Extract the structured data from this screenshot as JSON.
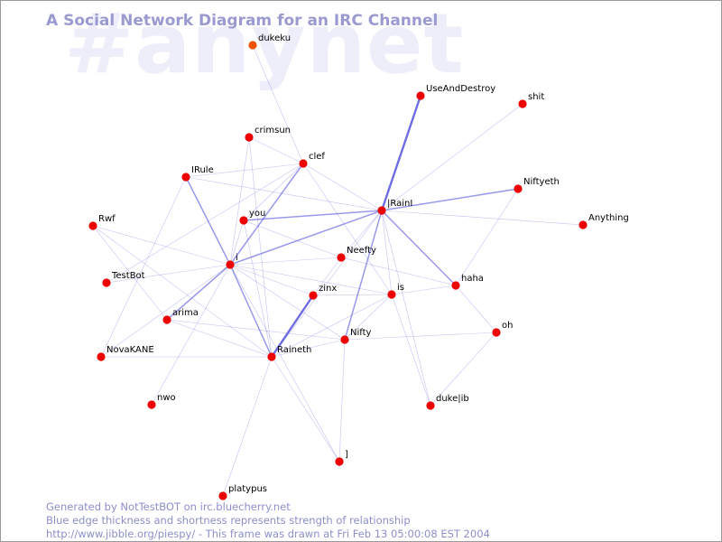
{
  "watermark": "#anynet",
  "title": "A Social Network Diagram for an IRC Channel",
  "footer": {
    "line1": "Generated by NotTestBOT on irc.bluecherry.net",
    "line2": "Blue edge thickness and shortness represents strength of relationship",
    "line3": "http://www.jibble.org/piespy/ - This frame was drawn at Fri Feb 13 05:00:08 EST 2004"
  },
  "colors": {
    "node": "#ee0000",
    "node_recent": "#ee5500",
    "edge": "#5555dd",
    "watermark": "#eeeefb",
    "title": "#9a9ad0",
    "footer": "#8e8ecb"
  },
  "nodes": [
    {
      "name": "dukeku",
      "color": "#ee5500"
    },
    {
      "name": "UseAndDestroy"
    },
    {
      "name": "shit"
    },
    {
      "name": "crimsun"
    },
    {
      "name": "clef"
    },
    {
      "name": "IRule"
    },
    {
      "name": "Niftyeth"
    },
    {
      "name": "|RainI"
    },
    {
      "name": "Anything"
    },
    {
      "name": "Rwf"
    },
    {
      "name": "you"
    },
    {
      "name": "Neefty"
    },
    {
      "name": "i"
    },
    {
      "name": "TestBot"
    },
    {
      "name": "haha"
    },
    {
      "name": "zinx"
    },
    {
      "name": "is"
    },
    {
      "name": "arima"
    },
    {
      "name": "oh"
    },
    {
      "name": "Nifty"
    },
    {
      "name": "NovaKANE"
    },
    {
      "name": "Raineth"
    },
    {
      "name": "nwo"
    },
    {
      "name": "duke|ib"
    },
    {
      "name": "]"
    },
    {
      "name": "platypus"
    }
  ],
  "edges": [
    {
      "source": "dukeku",
      "target": "clef",
      "weight": 1
    },
    {
      "source": "UseAndDestroy",
      "target": "|RainI",
      "weight": 3
    },
    {
      "source": "shit",
      "target": "|RainI",
      "weight": 1
    },
    {
      "source": "Niftyeth",
      "target": "|RainI",
      "weight": 2
    },
    {
      "source": "Niftyeth",
      "target": "haha",
      "weight": 1
    },
    {
      "source": "Anything",
      "target": "|RainI",
      "weight": 1
    },
    {
      "source": "crimsun",
      "target": "clef",
      "weight": 1
    },
    {
      "source": "crimsun",
      "target": "i",
      "weight": 1
    },
    {
      "source": "crimsun",
      "target": "Raineth",
      "weight": 1
    },
    {
      "source": "clef",
      "target": "IRule",
      "weight": 1
    },
    {
      "source": "clef",
      "target": "|RainI",
      "weight": 1
    },
    {
      "source": "clef",
      "target": "i",
      "weight": 2
    },
    {
      "source": "clef",
      "target": "you",
      "weight": 1
    },
    {
      "source": "clef",
      "target": "is",
      "weight": 1
    },
    {
      "source": "clef",
      "target": "TestBot",
      "weight": 1
    },
    {
      "source": "IRule",
      "target": "i",
      "weight": 2
    },
    {
      "source": "IRule",
      "target": "|RainI",
      "weight": 1
    },
    {
      "source": "IRule",
      "target": "NovaKANE",
      "weight": 1
    },
    {
      "source": "|RainI",
      "target": "i",
      "weight": 2
    },
    {
      "source": "|RainI",
      "target": "you",
      "weight": 2
    },
    {
      "source": "|RainI",
      "target": "Neefty",
      "weight": 1
    },
    {
      "source": "|RainI",
      "target": "Nifty",
      "weight": 2
    },
    {
      "source": "|RainI",
      "target": "haha",
      "weight": 2
    },
    {
      "source": "|RainI",
      "target": "is",
      "weight": 1
    },
    {
      "source": "|RainI",
      "target": "Raineth",
      "weight": 1
    },
    {
      "source": "|RainI",
      "target": "duke|ib",
      "weight": 1
    },
    {
      "source": "Rwf",
      "target": "i",
      "weight": 1
    },
    {
      "source": "Rwf",
      "target": "arima",
      "weight": 1
    },
    {
      "source": "Rwf",
      "target": "Raineth",
      "weight": 1
    },
    {
      "source": "you",
      "target": "i",
      "weight": 1
    },
    {
      "source": "you",
      "target": "Raineth",
      "weight": 1
    },
    {
      "source": "you",
      "target": "Neefty",
      "weight": 1
    },
    {
      "source": "Neefty",
      "target": "i",
      "weight": 1
    },
    {
      "source": "Neefty",
      "target": "zinx",
      "weight": 1
    },
    {
      "source": "Neefty",
      "target": "haha",
      "weight": 1
    },
    {
      "source": "i",
      "target": "zinx",
      "weight": 1
    },
    {
      "source": "i",
      "target": "is",
      "weight": 1
    },
    {
      "source": "i",
      "target": "arima",
      "weight": 2
    },
    {
      "source": "i",
      "target": "Raineth",
      "weight": 2
    },
    {
      "source": "i",
      "target": "Nifty",
      "weight": 1
    },
    {
      "source": "i",
      "target": "NovaKANE",
      "weight": 1
    },
    {
      "source": "i",
      "target": "nwo",
      "weight": 1
    },
    {
      "source": "i",
      "target": "TestBot",
      "weight": 1
    },
    {
      "source": "i",
      "target": "]",
      "weight": 1
    },
    {
      "source": "zinx",
      "target": "Raineth",
      "weight": 3
    },
    {
      "source": "zinx",
      "target": "is",
      "weight": 1
    },
    {
      "source": "is",
      "target": "Nifty",
      "weight": 1
    },
    {
      "source": "is",
      "target": "Raineth",
      "weight": 1
    },
    {
      "source": "is",
      "target": "duke|ib",
      "weight": 1
    },
    {
      "source": "is",
      "target": "haha",
      "weight": 1
    },
    {
      "source": "arima",
      "target": "Nifty",
      "weight": 1
    },
    {
      "source": "arima",
      "target": "Raineth",
      "weight": 1
    },
    {
      "source": "oh",
      "target": "Nifty",
      "weight": 1
    },
    {
      "source": "oh",
      "target": "duke|ib",
      "weight": 1
    },
    {
      "source": "oh",
      "target": "haha",
      "weight": 1
    },
    {
      "source": "Nifty",
      "target": "Raineth",
      "weight": 1
    },
    {
      "source": "Nifty",
      "target": "]",
      "weight": 1
    },
    {
      "source": "NovaKANE",
      "target": "Raineth",
      "weight": 1
    },
    {
      "source": "Raineth",
      "target": "platypus",
      "weight": 1
    },
    {
      "source": "Raineth",
      "target": "]",
      "weight": 1
    }
  ]
}
